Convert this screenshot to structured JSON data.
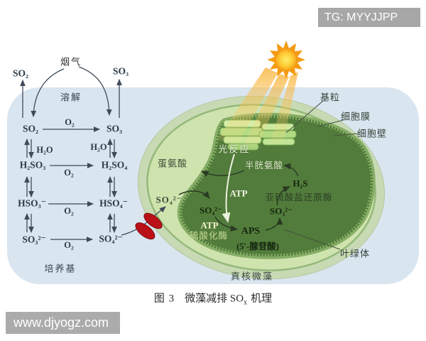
{
  "watermarks": {
    "telegram": "TG: MYYJJPP",
    "site": "www.djyogz.com"
  },
  "atmosphere": {
    "flue_gas": "烟气",
    "so2": "SO₂",
    "so3": "SO₃"
  },
  "medium": {
    "dissolve": "溶解",
    "label": "培养基",
    "left_column": [
      "SO₂",
      "H₂SO₃",
      "HSO₃⁻",
      "SO₃²⁻"
    ],
    "right_column": [
      "SO₃",
      "H₂SO₄",
      "HSO₄⁻",
      "SO₄²⁻"
    ],
    "water_left": "H₂O",
    "water_right": "H₂O",
    "oxygen": [
      "O₂",
      "O₂",
      "O₂",
      "O₂"
    ]
  },
  "cell": {
    "label": "真核微藻",
    "granum": "基粒",
    "cell_membrane": "细胞膜",
    "cell_wall": "细胞壁",
    "chloroplast": "叶绿体",
    "light_reaction": "光反应",
    "methionine": "蛋氨酸",
    "cysteine": "半胱氨酸",
    "atp_light": "ATP",
    "h2s": "H₂S",
    "sulfite_reductase": "亚硫酸盐还原酶",
    "so4_cytoplasm": "SO₄²⁻",
    "so4_chloroplast": "SO₄²⁻",
    "so3": "SO₃²⁻",
    "atp": "ATP",
    "sulfurylase": "硫酸化酶",
    "aps": "APS",
    "aps_full": "(5′-腺苷酸)"
  },
  "caption": {
    "figure": "图 3",
    "title": "微藻减排 SO",
    "subscript": "x",
    "suffix": "机理"
  },
  "colors": {
    "medium_fill": "#d9e5ef",
    "cell_wall": "#c8dab4",
    "cytoplasm": "#cfe3ae",
    "chloroplast": "#527c3b",
    "sun": "#f59b13",
    "transporter_red": "#bb1017",
    "watermark_gray": "#a7a7a7"
  }
}
